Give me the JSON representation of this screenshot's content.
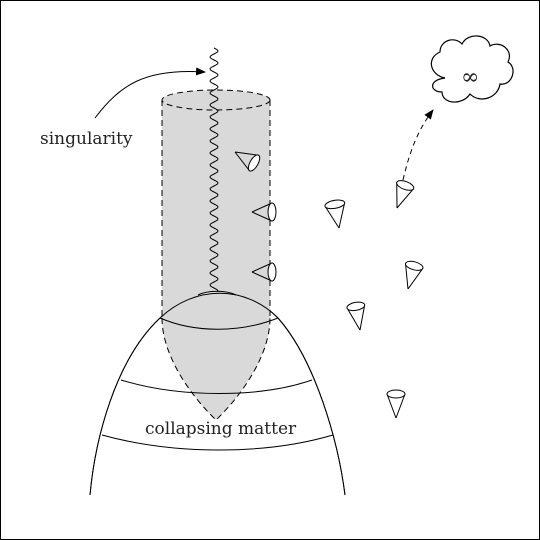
{
  "diagram": {
    "labels": {
      "singularity": "singularity",
      "collapsing_matter": "collapsing matter",
      "infinity": "∞"
    },
    "colors": {
      "stroke": "#000000",
      "trapped_region_fill": "#d9d9d9",
      "background": "#ffffff"
    },
    "icons": {
      "infinity_cloud": "cloud-icon",
      "light_cone": "light-cone-icon",
      "singularity_line": "wavy-line"
    }
  }
}
